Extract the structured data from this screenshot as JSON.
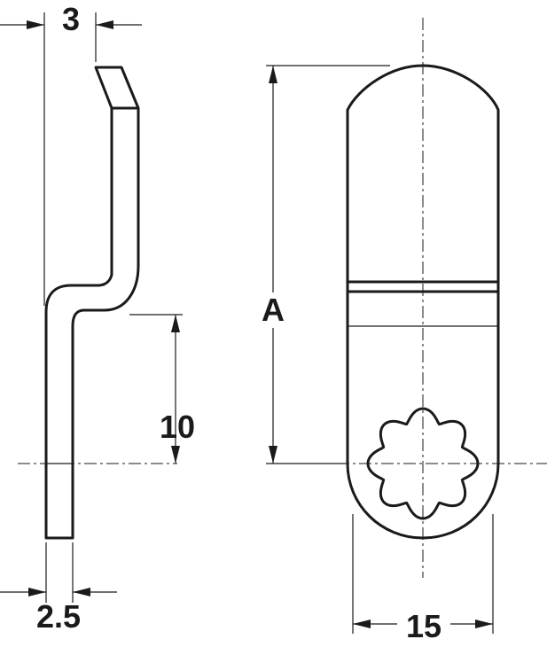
{
  "dimensions": {
    "thickness_top": "3",
    "thickness_bottom": "2.5",
    "offset_height": "10",
    "length": "A",
    "width": "15"
  }
}
